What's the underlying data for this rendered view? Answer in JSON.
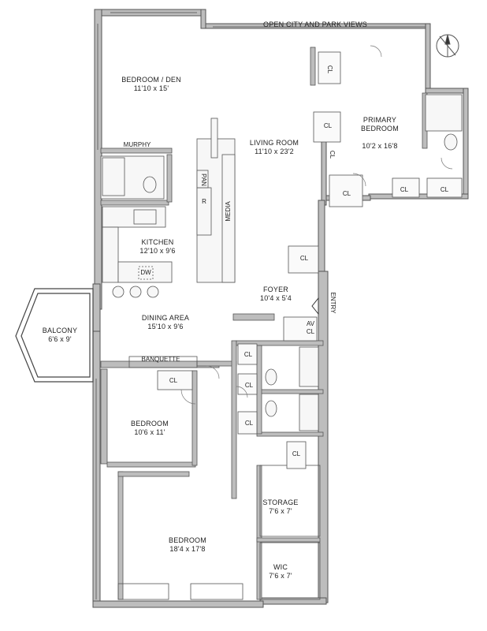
{
  "header": {
    "views_label": "OPEN CITY AND PARK VIEWS"
  },
  "rooms": {
    "bedroom_den": {
      "name": "BEDROOM / DEN",
      "dims": "11'10 x 15'"
    },
    "living_room": {
      "name": "LIVING ROOM",
      "dims": "11'10 x 23'2"
    },
    "primary_bedroom": {
      "name": "PRIMARY\nBEDROOM",
      "dims": "10'2 x 16'8"
    },
    "kitchen": {
      "name": "KITCHEN",
      "dims": "12'10 x 9'6"
    },
    "foyer": {
      "name": "FOYER",
      "dims": "10'4 x 5'4"
    },
    "dining_area": {
      "name": "DINING AREA",
      "dims": "15'10 x 9'6"
    },
    "balcony": {
      "name": "BALCONY",
      "dims": "6'6 x 9'"
    },
    "bedroom_2": {
      "name": "BEDROOM",
      "dims": "10'6 x 11'"
    },
    "bedroom_3": {
      "name": "BEDROOM",
      "dims": "18'4 x 17'8"
    },
    "storage": {
      "name": "STORAGE",
      "dims": "7'6 x 7'"
    },
    "wic": {
      "name": "WIC",
      "dims": "7'6 x 7'"
    }
  },
  "fixtures": {
    "murphy": "MURPHY",
    "pan": "PAN",
    "r": "R",
    "media": "MEDIA",
    "dw": "DW",
    "banquette": "BANQUETTE",
    "av_cl": "AV\nCL",
    "entry": "ENTRY",
    "cl": "CL"
  }
}
